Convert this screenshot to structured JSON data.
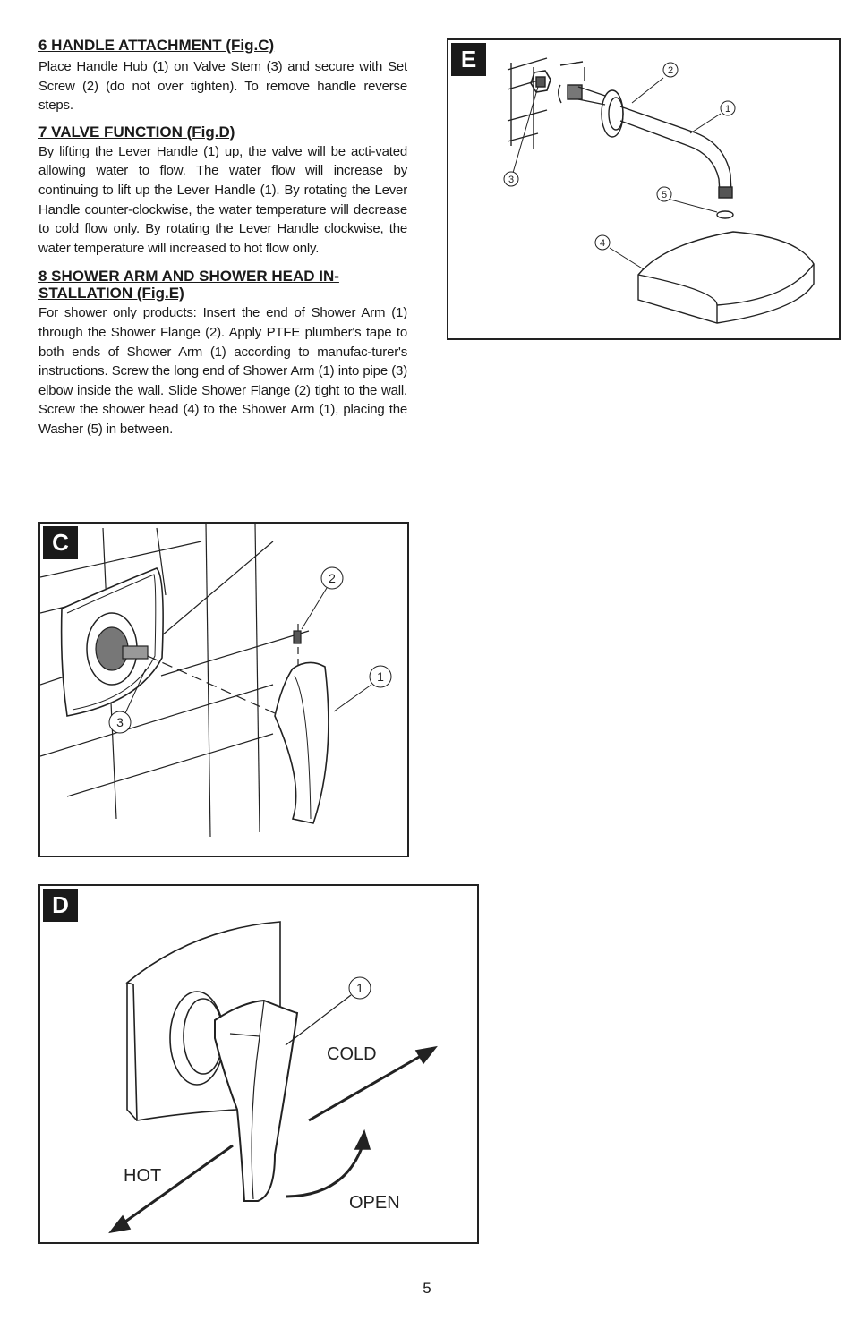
{
  "sections": [
    {
      "heading": "6  HANDLE ATTACHMENT (Fig.C)",
      "body": "Place Handle Hub (1) on Valve Stem (3) and secure with Set Screw (2) (do not over tighten). To remove handle reverse steps."
    },
    {
      "heading": "7 VALVE FUNCTION (Fig.D)",
      "body": "By lifting the Lever Handle (1) up, the valve will be acti-vated allowing water to flow. The water flow will increase by continuing to lift up the Lever Handle (1). By rotating the Lever Handle counter-clockwise, the water temperature will decrease to cold flow only. By rotating the Lever Handle clockwise, the water temperature will increased to hot flow only."
    },
    {
      "heading": "8  SHOWER  ARM  AND  SHOWER  HEAD  IN-STALLATION (Fig.E)",
      "body": "For  shower only products: Insert the end of Shower Arm (1) through the Shower Flange (2). Apply PTFE plumber's tape to both ends of Shower Arm (1) according to manufac-turer's instructions. Screw the long end of Shower Arm (1) into pipe (3) elbow inside the wall. Slide Shower Flange (2) tight to the wall.  Screw the shower head (4) to the Shower Arm (1), placing the Washer (5) in between."
    }
  ],
  "figures": {
    "c": {
      "letter": "C",
      "callouts": [
        "2",
        "1",
        "3"
      ]
    },
    "d": {
      "letter": "D",
      "callouts": [
        "1"
      ],
      "labels": {
        "cold": "COLD",
        "hot": "HOT",
        "open": "OPEN"
      }
    },
    "e": {
      "letter": "E",
      "callouts": [
        "2",
        "1",
        "3",
        "5",
        "4"
      ]
    }
  },
  "page_number": "5"
}
